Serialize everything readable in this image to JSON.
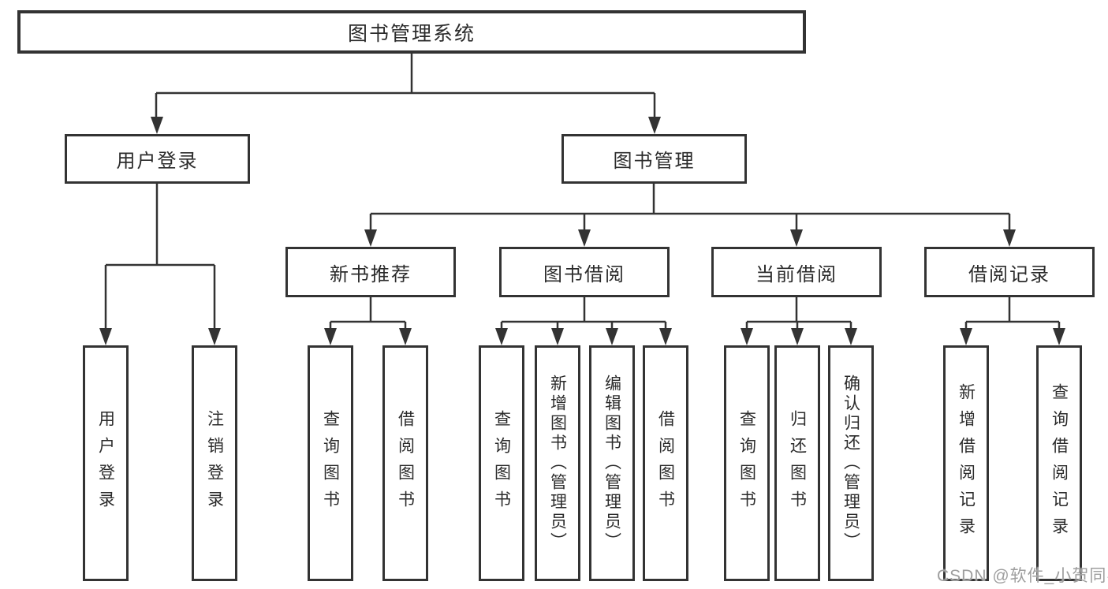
{
  "diagram": {
    "type": "hierarchy-tree",
    "root": {
      "label": "图书管理系统",
      "children": [
        {
          "label": "用户登录",
          "children": [
            {
              "label": "用户登录"
            },
            {
              "label": "注销登录"
            }
          ]
        },
        {
          "label": "图书管理",
          "children": [
            {
              "label": "新书推荐",
              "children": [
                {
                  "label": "查询图书"
                },
                {
                  "label": "借阅图书"
                }
              ]
            },
            {
              "label": "图书借阅",
              "children": [
                {
                  "label": "查询图书"
                },
                {
                  "label": "新增图书（管理员）"
                },
                {
                  "label": "编辑图书（管理员）"
                },
                {
                  "label": "借阅图书"
                }
              ]
            },
            {
              "label": "当前借阅",
              "children": [
                {
                  "label": "查询图书"
                },
                {
                  "label": "归还图书"
                },
                {
                  "label": "确认归还（管理员）"
                }
              ]
            },
            {
              "label": "借阅记录",
              "children": [
                {
                  "label": "新增借阅记录"
                },
                {
                  "label": "查询借阅记录"
                }
              ]
            }
          ]
        }
      ]
    }
  },
  "watermark": {
    "text": "CSDN @软件_小贺同学"
  },
  "colors": {
    "background": "#ffffff",
    "line": "#333333",
    "box_border": "#333333",
    "text": "#2b2b2b",
    "watermark": "#9e9e9e"
  }
}
